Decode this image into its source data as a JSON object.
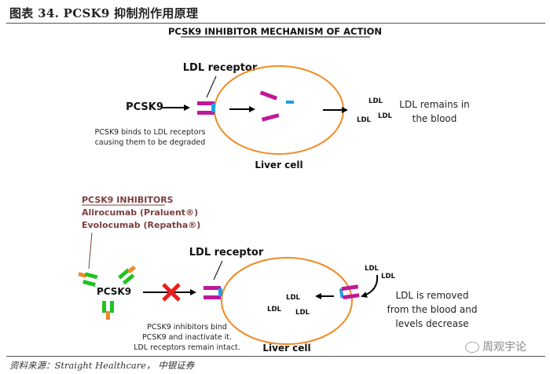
{
  "figure": {
    "title": "图表 34. PCSK9 抑制剂作用原理",
    "source": "资料来源：Straight Healthcare， 中银证券",
    "watermark": "周观宇论"
  },
  "diagram": {
    "heading": "PCSK9 INHIBITOR MECHANISM OF ACTION",
    "colors": {
      "receptor": "#c0189a",
      "receptor_tip": "#1aa0e8",
      "cell_membrane": "#f08a24",
      "antibody_green": "#22c222",
      "antibody_orange": "#f08a24",
      "block_x": "#ee1c1c",
      "inhibitor_text": "#7b3f3f"
    },
    "top_panel": {
      "pcsk9_label": "PCSK9",
      "receptor_label": "LDL receptor",
      "caption_line1": "PCSK9 binds to LDL receptors",
      "caption_line2": "causing them to be degraded",
      "cell_label": "Liver cell",
      "ldl_labels": [
        "LDL",
        "LDL",
        "LDL"
      ],
      "outcome_line1": "LDL remains in",
      "outcome_line2": "the blood"
    },
    "bottom_panel": {
      "inhibitors_heading": "PCSK9 INHIBITORS",
      "drug1": "Alirocumab (Praluent®)",
      "drug2": "Evolocumab (Repatha®)",
      "pcsk9_label": "PCSK9",
      "receptor_label": "LDL receptor",
      "caption_line1": "PCSK9 inhibitors bind",
      "caption_line2": "PCSK9 and inactivate it.",
      "caption_line3": "LDL receptors remain intact.",
      "cell_label": "Liver cell",
      "ldl_inside": [
        "LDL",
        "LDL",
        "LDL"
      ],
      "ldl_outside": [
        "LDL",
        "LDL"
      ],
      "outcome_line1": "LDL is removed",
      "outcome_line2": "from the blood and",
      "outcome_line3": "levels decrease"
    }
  }
}
